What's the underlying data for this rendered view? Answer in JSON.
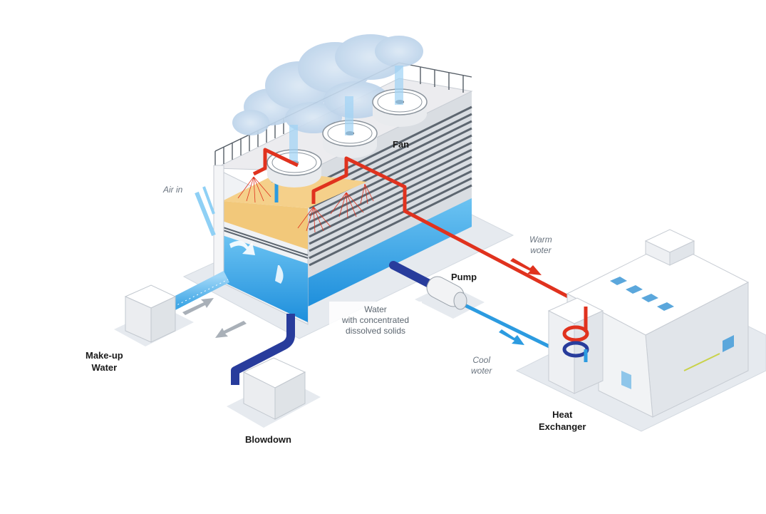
{
  "labels": {
    "fan": "Fan",
    "air_in": "Air in",
    "warm_water": [
      "Warm",
      "woter"
    ],
    "pump": "Pump",
    "water_box": [
      "Water",
      "with concentrated",
      "dissolved solids"
    ],
    "cool_water": [
      "Cool",
      "woter"
    ],
    "make_up_water": [
      "Make-up",
      "Water"
    ],
    "blowdown": "Blowdown",
    "heat_exchanger": [
      "Heat",
      "Exchanger"
    ]
  },
  "colors": {
    "warm_pipe": "#e0321e",
    "cool_pipe": "#2c9be0",
    "blowdown_pipe": "#283c9c",
    "basin_water": "#35a6ea",
    "fill_media": "#f2c87a",
    "steam": "#c9dcee",
    "building": "#f4f5f7",
    "base_plate": "#e3e7ec"
  }
}
